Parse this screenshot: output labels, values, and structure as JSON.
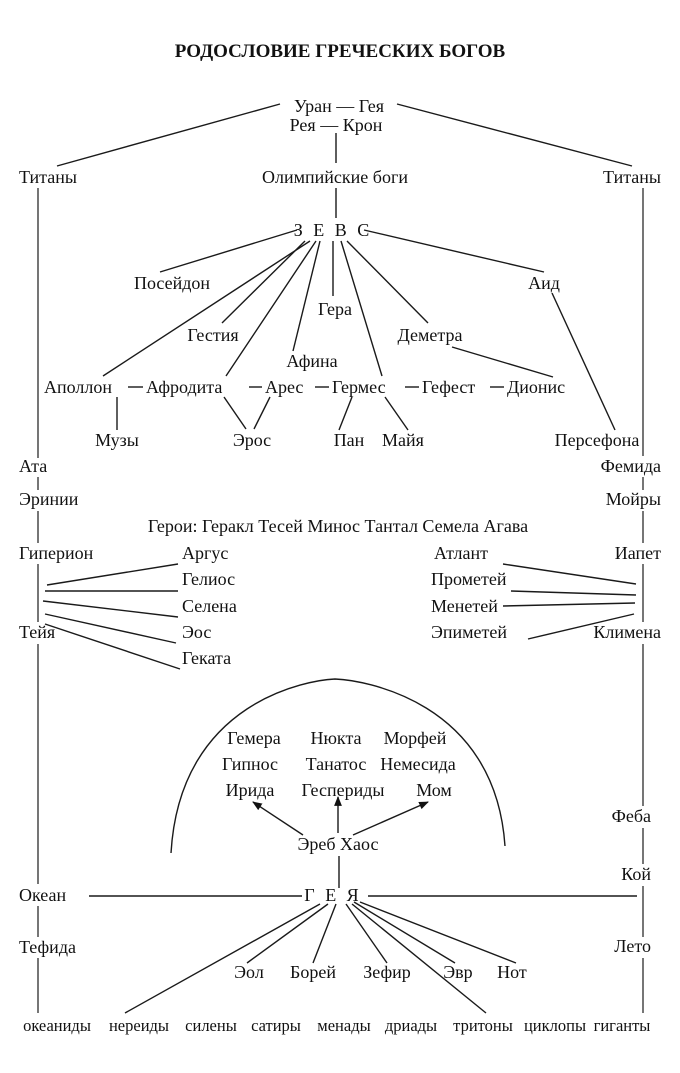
{
  "title": "РОДОСЛОВИЕ ГРЕЧЕСКИХ БОГОВ",
  "colors": {
    "ink": "#111111",
    "background": "#ffffff"
  },
  "nodes": {
    "uran_gaia": "Уран — Гея",
    "rhea_kronos": "Рея — Крон",
    "titans_left": "Титаны",
    "olympians": "Олимпийские боги",
    "titans_right": "Титаны",
    "zeus": "З Е В С",
    "poseidon": "Посейдон",
    "hades": "Аид",
    "hera": "Гера",
    "hestia": "Гестия",
    "demeter": "Деметра",
    "athena": "Афина",
    "apollo": "Аполлон",
    "aphrodite": "Афродита",
    "ares": "Арес",
    "hermes": "Гермес",
    "hephaestus": "Гефест",
    "dionysus": "Дионис",
    "muses": "Музы",
    "eros": "Эрос",
    "pan": "Пан",
    "maia": "Майя",
    "persephone": "Персефона",
    "ate": "Ата",
    "erinyes": "Эринии",
    "themis": "Фемида",
    "moirai": "Мойры",
    "heroes": "Герои: Геракл Тесей Минос Тантал Семела Агава",
    "hyperion": "Гиперион",
    "theia": "Тейя",
    "argus": "Аргус",
    "helios": "Гелиос",
    "selene": "Селена",
    "eos": "Эос",
    "hecate": "Геката",
    "atlas": "Атлант",
    "prometheus": "Прометей",
    "menoetius": "Менетей",
    "epimetheus": "Эпиметей",
    "iapetus": "Иапет",
    "clymene": "Климена",
    "hemera": "Гемера",
    "nyx": "Нюкта",
    "morpheus": "Морфей",
    "hypnos": "Гипнос",
    "thanatos": "Танатос",
    "nemesis": "Немесида",
    "iris": "Ирида",
    "hesperides": "Геспериды",
    "momus": "Мом",
    "erebus_chaos": "Эреб Хаос",
    "phoebe": "Феба",
    "coeus": "Кой",
    "oceanus": "Океан",
    "gaia": "Г Е Я",
    "tethys": "Тефида",
    "leto": "Лето",
    "aeolus": "Эол",
    "boreas": "Борей",
    "zephyrus": "Зефир",
    "eurus": "Эвр",
    "notus": "Нот",
    "oceanids": "океаниды",
    "nereids": "нереиды",
    "sileni": "силены",
    "satyrs": "сатиры",
    "maenads": "менады",
    "dryads": "дриады",
    "tritons": "тритоны",
    "cyclopes": "циклопы",
    "giants": "гиганты"
  },
  "edges": [
    [
      "uran_gaia",
      "titans_left"
    ],
    [
      "uran_gaia",
      "titans_right"
    ],
    [
      "rhea_kronos",
      "olympians"
    ],
    [
      "olympians",
      "zeus"
    ],
    [
      "zeus",
      "poseidon"
    ],
    [
      "zeus",
      "hades"
    ],
    [
      "zeus",
      "hera"
    ],
    [
      "zeus",
      "hestia"
    ],
    [
      "zeus",
      "demeter"
    ],
    [
      "zeus",
      "athena"
    ],
    [
      "zeus",
      "apollo"
    ],
    [
      "zeus",
      "aphrodite"
    ],
    [
      "zeus",
      "hermes"
    ],
    [
      "demeter",
      "dionysus"
    ],
    [
      "hades",
      "persephone"
    ],
    [
      "apollo",
      "muses"
    ],
    [
      "aphrodite",
      "eros"
    ],
    [
      "ares",
      "eros"
    ],
    [
      "hermes",
      "pan"
    ],
    [
      "hermes",
      "maia"
    ],
    [
      "hyperion",
      "argus"
    ],
    [
      "hyperion",
      "helios"
    ],
    [
      "hyperion",
      "selene"
    ],
    [
      "hyperion",
      "eos"
    ],
    [
      "hyperion",
      "hecate"
    ],
    [
      "iapetus",
      "atlas"
    ],
    [
      "iapetus",
      "prometheus"
    ],
    [
      "iapetus",
      "menoetius"
    ],
    [
      "iapetus",
      "epimetheus"
    ],
    [
      "erebus_chaos",
      "iris"
    ],
    [
      "erebus_chaos",
      "hesperides"
    ],
    [
      "erebus_chaos",
      "momus"
    ],
    [
      "gaia",
      "erebus_chaos"
    ],
    [
      "oceanus",
      "gaia"
    ],
    [
      "gaia",
      "coeus"
    ],
    [
      "gaia",
      "aeolus"
    ],
    [
      "gaia",
      "boreas"
    ],
    [
      "gaia",
      "zephyrus"
    ],
    [
      "gaia",
      "eurus"
    ],
    [
      "gaia",
      "notus"
    ],
    [
      "gaia",
      "nereids"
    ],
    [
      "gaia",
      "tritons"
    ]
  ]
}
